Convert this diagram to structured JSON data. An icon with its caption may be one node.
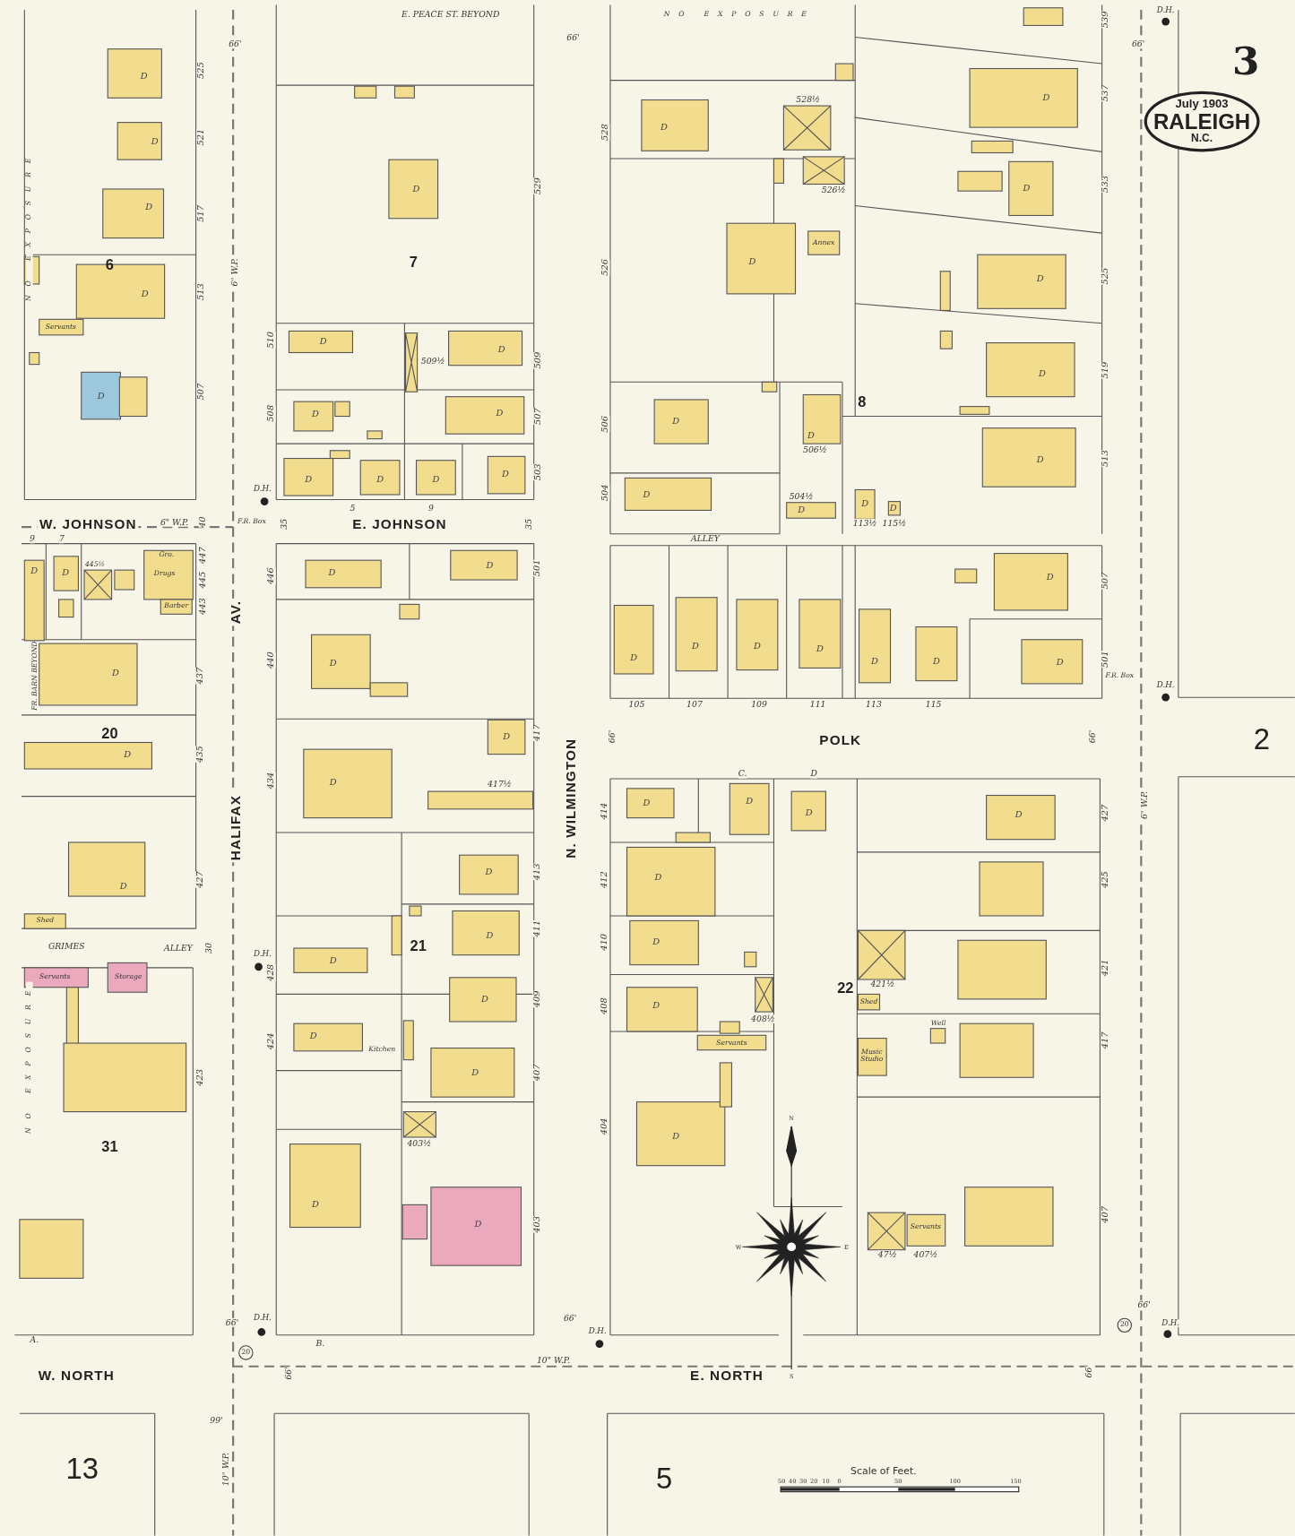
{
  "diagram": {
    "nodes": [
      {
        "text": [
          "July 1903",
          "RALEIGH",
          "N.C."
        ]
      }
    ],
    "labels": [
      "E. PEACE ST. BEYOND",
      "NO EXPOSURE",
      "NO EXPOSURE",
      "66'",
      "66'",
      "525",
      "521",
      "517",
      "513",
      "507",
      "6\" W.P.",
      "6",
      "Servants",
      "7",
      "510",
      "508",
      "529",
      "509",
      "507",
      "503",
      "509½",
      "5",
      "9",
      "D.H.",
      "F.R. Box",
      "W. JOHNSON",
      "6\" W.P.",
      "40",
      "35",
      "E. JOHNSON",
      "35",
      "528",
      "528½",
      "526½",
      "526",
      "Annex",
      "8",
      "506",
      "506½",
      "504",
      "504½",
      "113½",
      "115½",
      "539",
      "537",
      "533",
      "525",
      "519",
      "513",
      "D.H.",
      "66'",
      "3",
      "ALLEY",
      "507",
      "501",
      "9",
      "7",
      "445½",
      "Gro.",
      "Drugs",
      "Barber",
      "447",
      "445",
      "443",
      "AV.",
      "446",
      "501",
      "FR. BARN BEYOND",
      "437",
      "440",
      "105",
      "107",
      "109",
      "111",
      "113",
      "115",
      "F.R. Box",
      "D.H.",
      "66'",
      "POLK",
      "66'",
      "2",
      "20",
      "435",
      "417",
      "434",
      "417½",
      "N. WILMINGTON",
      "C.",
      "D",
      "414",
      "427",
      "6\" W.P.",
      "HALIFAX",
      "413",
      "427",
      "412",
      "425",
      "Shed",
      "411",
      "410",
      "21",
      "GRIMES",
      "ALLEY",
      "30",
      "D.H.",
      "428",
      "421",
      "421½",
      "22",
      "Servants",
      "Storage",
      "409",
      "408",
      "408½",
      "Shed",
      "NO EXPOSURE",
      "424",
      "Kitchen",
      "Servants",
      "Music Studio",
      "Well",
      "417",
      "423",
      "407",
      "404",
      "403½",
      "31",
      "N",
      "W",
      "E",
      "S",
      "Servants",
      "47½",
      "407½",
      "407",
      "403",
      "A.",
      "66'",
      "D.H.",
      "B.",
      "20",
      "66'",
      "D.H.",
      "66'",
      "20",
      "D.H.",
      "W. NORTH",
      "66'",
      "10\" W.P.",
      "E. NORTH",
      "66'",
      "99'",
      "10\" W.P.",
      "13",
      "5",
      "Scale of Feet.",
      "50",
      "40",
      "30",
      "20",
      "10",
      "0",
      "50",
      "100",
      "150",
      "D",
      "D",
      "D",
      "D",
      "D",
      "D",
      "D",
      "D",
      "D",
      "D",
      "D",
      "D",
      "D",
      "D",
      "D",
      "D",
      "D",
      "D",
      "D",
      "D",
      "D",
      "D",
      "D",
      "D",
      "D",
      "D",
      "D",
      "D",
      "D",
      "D",
      "D",
      "D",
      "D",
      "D",
      "D",
      "D",
      "D",
      "D",
      "D",
      "D",
      "D",
      "D",
      "D",
      "D",
      "D",
      "D",
      "D",
      "D",
      "D",
      "D",
      "D",
      "D",
      "D",
      "D",
      "D",
      "D",
      "D",
      "D",
      "D",
      "D",
      "D"
    ]
  }
}
